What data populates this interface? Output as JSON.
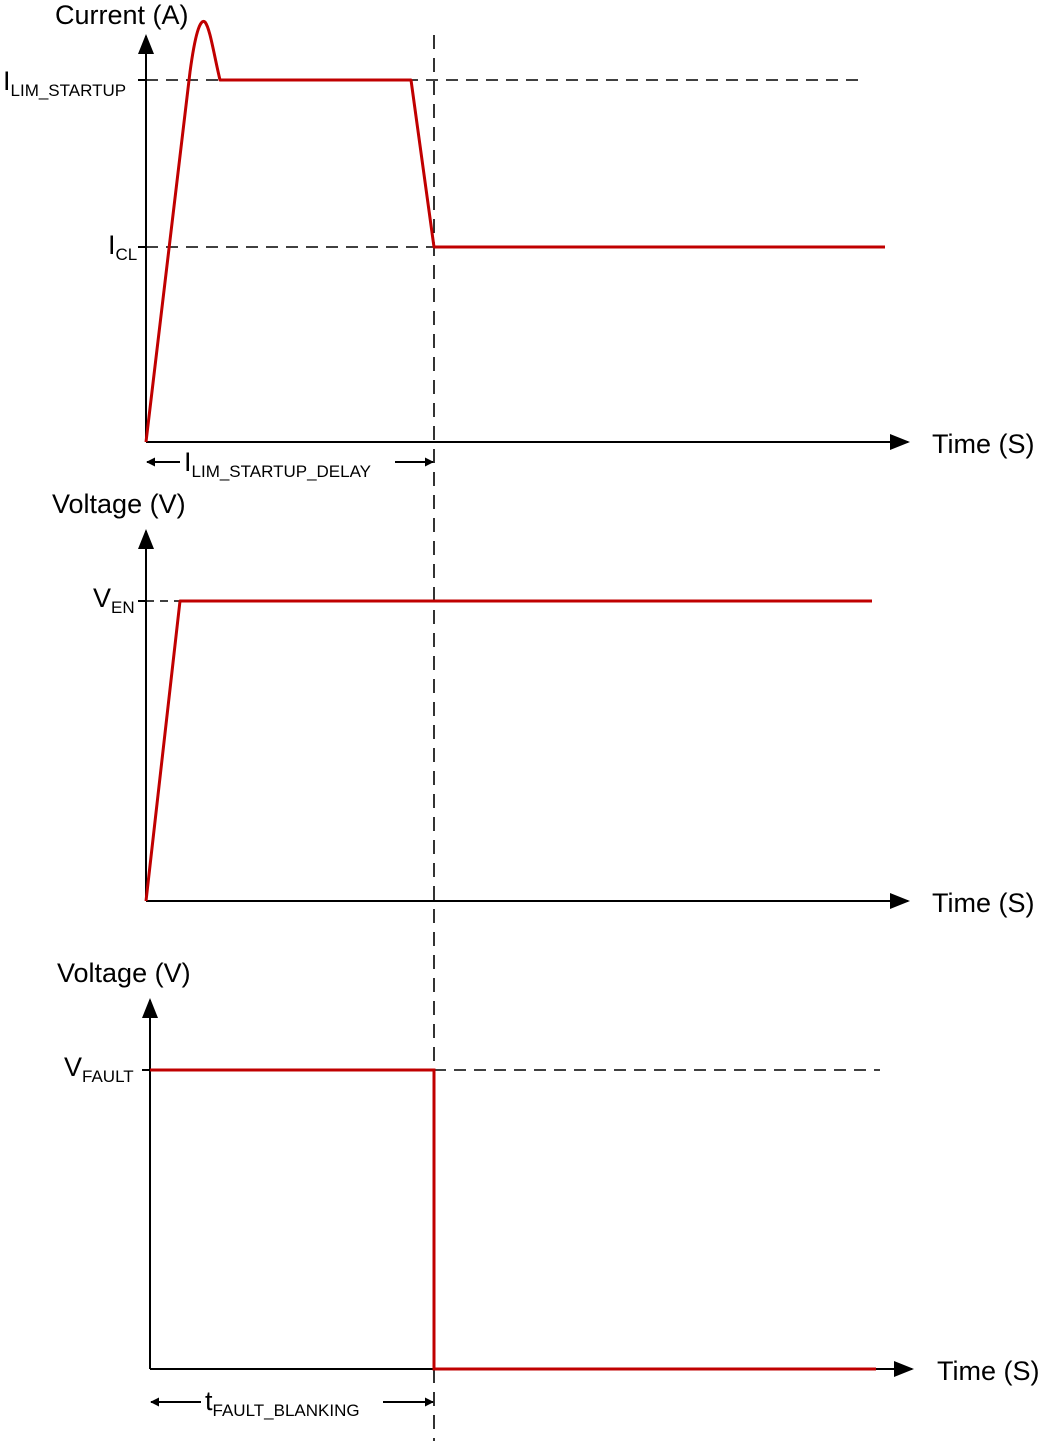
{
  "colors": {
    "trace": "#c00000",
    "ink": "#000000"
  },
  "panels": {
    "current": {
      "y_label": "Current (A)",
      "x_label": "Time (S)",
      "levels": {
        "startup": {
          "main": "I",
          "sub": "LIM_STARTUP"
        },
        "cl": {
          "main": "I",
          "sub": "CL"
        }
      },
      "interval": {
        "main": "I",
        "sub": "LIM_STARTUP_DELAY"
      }
    },
    "enable": {
      "y_label": "Voltage (V)",
      "x_label": "Time (S)",
      "levels": {
        "en": {
          "main": "V",
          "sub": "EN"
        }
      }
    },
    "fault": {
      "y_label": "Voltage (V)",
      "x_label": "Time (S)",
      "levels": {
        "fault": {
          "main": "V",
          "sub": "FAULT"
        }
      },
      "interval": {
        "main": "t",
        "sub": "FAULT_BLANKING"
      }
    }
  }
}
